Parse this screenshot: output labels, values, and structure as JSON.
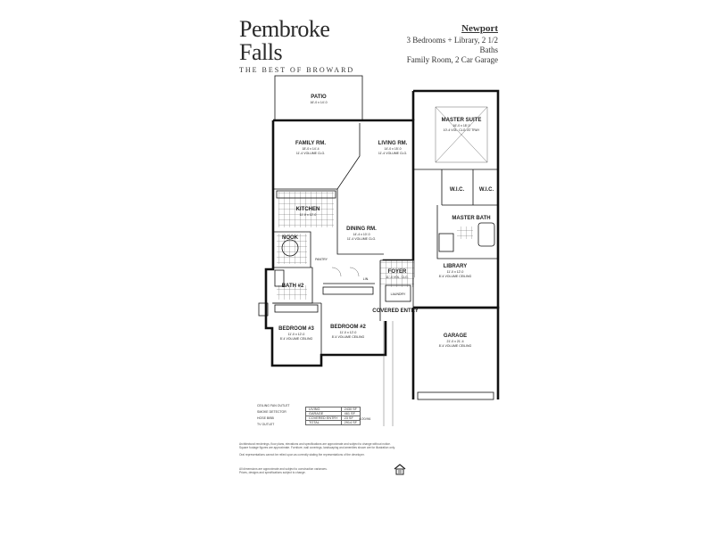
{
  "brand": {
    "name": "Pembroke Falls",
    "tagline": "THE BEST OF BROWARD"
  },
  "model": {
    "name": "Newport",
    "line1": "3 Bedrooms + Library, 2 1/2 Baths",
    "line2": "Family Room, 2 Car Garage"
  },
  "rooms": {
    "patio": {
      "name": "PATIO",
      "dims": "16'-0 x 14'-0"
    },
    "family_room": {
      "name": "FAMILY RM.",
      "dims": "18'-0 x 14'-4",
      "ceiling": "11'-4 VOLUME CLG."
    },
    "living_room": {
      "name": "LIVING RM.",
      "dims": "14'-0 x 15'-0",
      "ceiling": "11'-4 VOLUME CLG."
    },
    "kitchen": {
      "name": "KITCHEN",
      "dims": "11'-0 x 12'-0"
    },
    "nook": {
      "name": "NOOK"
    },
    "dining_room": {
      "name": "DINING RM.",
      "dims": "14'-4 x 10'-0",
      "ceiling": "11'-4 VOLUME CLG."
    },
    "master_suite": {
      "name": "MASTER SUITE",
      "dims": "16'-0 x 18'-0",
      "ceiling": "10'-4 VOL. CLG. AT TRAY"
    },
    "wic_1": {
      "name": "W.I.C."
    },
    "wic_2": {
      "name": "W.I.C."
    },
    "master_bath": {
      "name": "MASTER BATH"
    },
    "foyer": {
      "name": "FOYER",
      "dims": "11'-4 VOL. CLG."
    },
    "library": {
      "name": "LIBRARY",
      "dims": "11'-0 x 12'-0",
      "ceiling": "8'-4 VOLUME CEILING"
    },
    "laundry": {
      "name": "LAUNDRY"
    },
    "bath2": {
      "name": "BATH #2"
    },
    "bedroom3": {
      "name": "BEDROOM #3",
      "dims": "11'-0 x 12'-0",
      "ceiling": "8'-4 VOLUME CEILING"
    },
    "bedroom2": {
      "name": "BEDROOM #2",
      "dims": "11'-0 x 12'-0",
      "ceiling": "8'-4 VOLUME CEILING"
    },
    "covered_entry": {
      "name": "COVERED ENTRY"
    },
    "garage": {
      "name": "GARAGE",
      "dims": "21'-0 x 21'-4",
      "ceiling": "8'-4 VOLUME CEILING"
    },
    "pantry": {
      "name": "PANTRY"
    },
    "linen": {
      "name": "LIN."
    }
  },
  "legend": {
    "items": [
      "CEILING FAN OUTLET",
      "SMOKE DETECTOR",
      "HOSE BIBB",
      "TV OUTLET"
    ]
  },
  "areas": [
    {
      "label": "LIVING",
      "value": "2430 SF"
    },
    {
      "label": "GARAGE",
      "value": "461 SF"
    },
    {
      "label": "COVERED ENTRY",
      "value": "23 SF"
    },
    {
      "label": "TOTAL",
      "value": "2914 SF"
    }
  ],
  "revision_date": "4/20/96",
  "disclaimer": {
    "line1": "Architectural renderings, floor plans, elevations and specifications are approximate and subject to change without notice.",
    "line2": "Square footage figures are approximate. Furniture, wall coverings, landscaping and amenities shown are for illustration only.",
    "line3": "Oral representations cannot be relied upon as correctly stating the representations of the developer.",
    "line4": "All dimensions are approximate and subject to construction variances.",
    "line5": "Prices, designs and specifications subject to change."
  },
  "colors": {
    "ink": "#111111",
    "paper": "#ffffff"
  }
}
